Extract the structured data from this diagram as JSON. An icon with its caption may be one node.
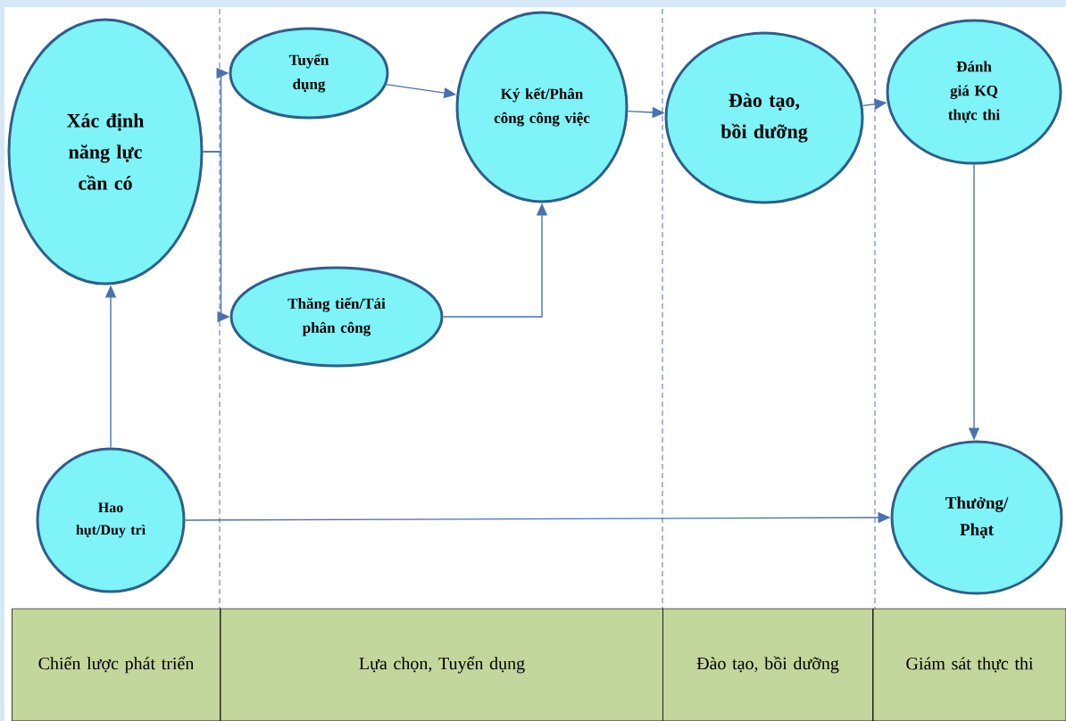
{
  "diagram": {
    "nodes": [
      {
        "text": [
          "Xác định năng lực cần có"
        ]
      },
      {
        "text": [
          "Tuyển dụng"
        ]
      },
      {
        "text": [
          "Ký kết/Phân công công việc"
        ]
      },
      {
        "text": [
          "Đào tạo, bồi dưỡng"
        ]
      },
      {
        "text": [
          "Đánh giá KQ thực thi"
        ]
      },
      {
        "text": [
          "Thăng tiến/Tái phân công"
        ]
      },
      {
        "text": [
          "Hao hụt/Duy trì"
        ]
      },
      {
        "text": [
          "Thưởng/ Phạt"
        ]
      },
      {
        "text": [
          "Chiến lược phát triển"
        ]
      },
      {
        "text": [
          "Lựa chọn, Tuyển dụng"
        ]
      },
      {
        "text": [
          "Đào tạo, bồi dưỡng"
        ]
      },
      {
        "text": [
          "Giám sát thực thi"
        ]
      }
    ],
    "edges": [
      {
        "from": 0,
        "to": 1,
        "arrow": "to"
      },
      {
        "from": 0,
        "to": 5,
        "arrow": "to"
      },
      {
        "from": 1,
        "to": 2,
        "arrow": "to"
      },
      {
        "from": 5,
        "to": 2,
        "arrow": "to"
      },
      {
        "from": 2,
        "to": 3,
        "arrow": "to"
      },
      {
        "from": 3,
        "to": 4,
        "arrow": "to"
      },
      {
        "from": 4,
        "to": 7,
        "arrow": "to"
      },
      {
        "from": 6,
        "to": 0,
        "arrow": "to"
      },
      {
        "from": 6,
        "to": 7,
        "arrow": "to"
      }
    ]
  }
}
